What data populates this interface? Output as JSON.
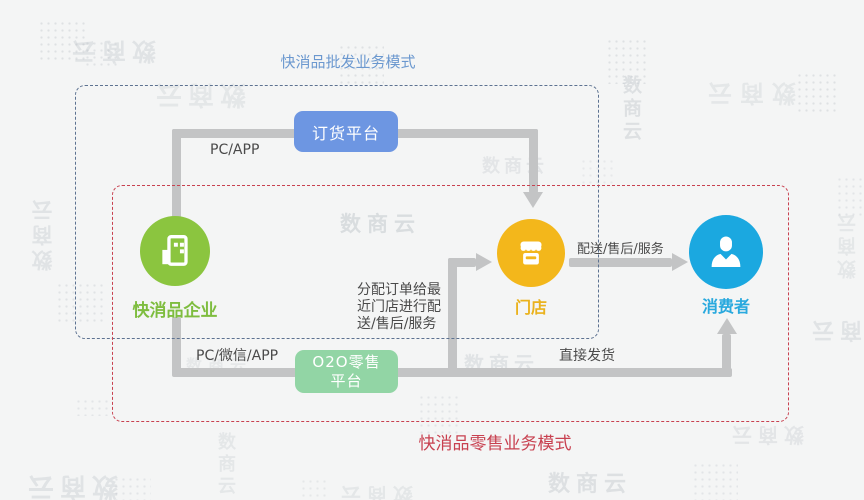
{
  "titles": {
    "wholesale": "快消品批发业务模式",
    "retail": "快消品零售业务模式"
  },
  "platforms": {
    "order": {
      "label": "订货平台"
    },
    "o2o": {
      "line1": "O2O零售",
      "line2": "平台"
    }
  },
  "nodes": {
    "enterprise": {
      "label": "快消品企业"
    },
    "store": {
      "label": "门店"
    },
    "consumer": {
      "label": "消费者"
    }
  },
  "edge_labels": {
    "pc_app": "PC/APP",
    "pc_wechat_app": "PC/微信/APP",
    "delivery": "配送/售后/服务",
    "direct_ship": "直接发货",
    "dispatch_l1": "分配订单给最",
    "dispatch_l2": "近门店进行配",
    "dispatch_l3": "送/售后/服务"
  },
  "watermark": {
    "text": "数商云"
  },
  "colors": {
    "background": "#f4f5f5",
    "enterprise_green": "#8bc53f",
    "store_yellow": "#f3b71b",
    "consumer_blue": "#1ba8e0",
    "order_platform_blue": "#6d96e2",
    "o2o_platform_green": "#92d5a5",
    "wholesale_title_blue": "#6b98cf",
    "retail_title_red": "#c84150",
    "wholesale_border_blue": "#5d7291",
    "retail_border_red": "#c84150",
    "connector_gray": "#c3c4c5",
    "label_text": "#4a4a4a"
  }
}
